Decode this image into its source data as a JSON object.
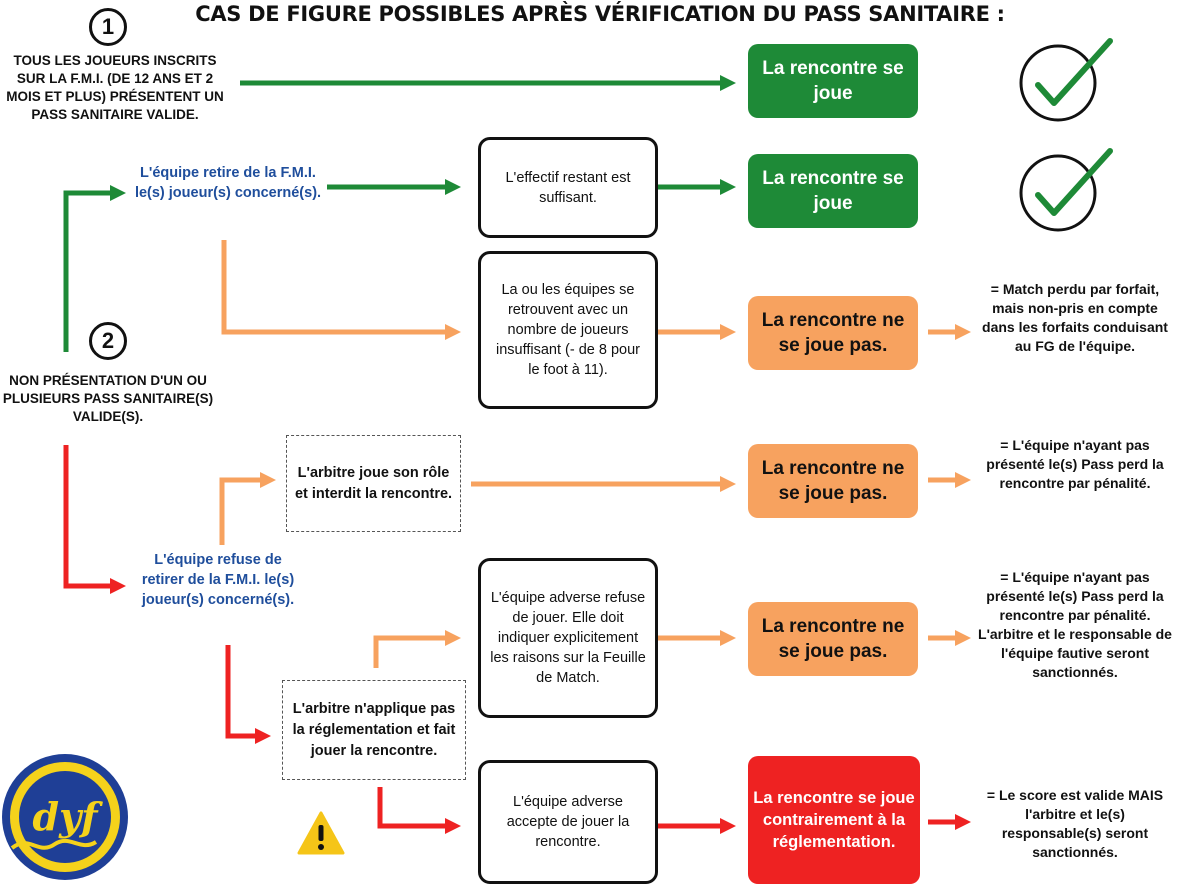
{
  "title": "CAS DE FIGURE POSSIBLES APRÈS VÉRIFICATION DU PASS SANITAIRE :",
  "case1": {
    "number": "1",
    "text": "TOUS LES JOUEURS INSCRITS SUR LA F.M.I. (DE 12 ANS ET 2 MOIS ET PLUS) PRÉSENTENT UN PASS SANITAIRE VALIDE.",
    "outcome": "La rencontre se joue"
  },
  "case2": {
    "number": "2",
    "text": "NON PRÉSENTATION D'UN OU PLUSIEURS PASS SANITAIRE(S) VALIDE(S)."
  },
  "branch_remove": {
    "label": "L'équipe retire de la F.M.I. le(s) joueur(s) concerné(s).",
    "sufficient_box": "L'effectif restant est suffisant.",
    "sufficient_outcome": "La rencontre se joue",
    "insufficient_box": "La ou les équipes se retrouvent avec un nombre de joueurs insuffisant (- de 8 pour le foot à 11).",
    "insufficient_outcome": "La rencontre ne se joue pas.",
    "insufficient_result": "= Match perdu par forfait, mais non-pris en compte dans les forfaits conduisant au FG de l'équipe."
  },
  "branch_refuse": {
    "label": "L'équipe refuse de retirer de la F.M.I. le(s) joueur(s) concerné(s).",
    "referee_forbids_box": "L'arbitre joue son rôle et interdit la rencontre.",
    "referee_forbids_outcome": "La rencontre ne se joue pas.",
    "referee_forbids_result": "= L'équipe n'ayant pas présenté le(s) Pass perd la rencontre par pénalité.",
    "referee_plays_box": "L'arbitre n'applique pas la réglementation et fait jouer la rencontre.",
    "opponent_refuses_box": "L'équipe adverse refuse de jouer. Elle doit indiquer explicitement les raisons sur la Feuille de Match.",
    "opponent_refuses_outcome": "La rencontre ne se joue pas.",
    "opponent_refuses_result": "= L'équipe n'ayant pas présenté le(s) Pass perd la rencontre par pénalité. L'arbitre et le responsable de l'équipe fautive seront sanctionnés.",
    "opponent_accepts_box": "L'équipe adverse accepte de jouer la rencontre.",
    "opponent_accepts_outcome": "La rencontre se joue contrairement à la réglementation.",
    "opponent_accepts_result": "= Le score est valide MAIS l'arbitre et le(s) responsable(s) seront sanctionnés."
  },
  "logo_text": "dyf",
  "icons": {
    "check": "check-circle-icon",
    "warning": "warning-icon",
    "logo": "district-logo"
  },
  "colors": {
    "green": "#1e8a37",
    "orange": "#f7a25f",
    "red": "#ee2222",
    "blue_text": "#1f4e9c",
    "logo_blue": "#1f3f96",
    "logo_yellow": "#f5d21b"
  }
}
